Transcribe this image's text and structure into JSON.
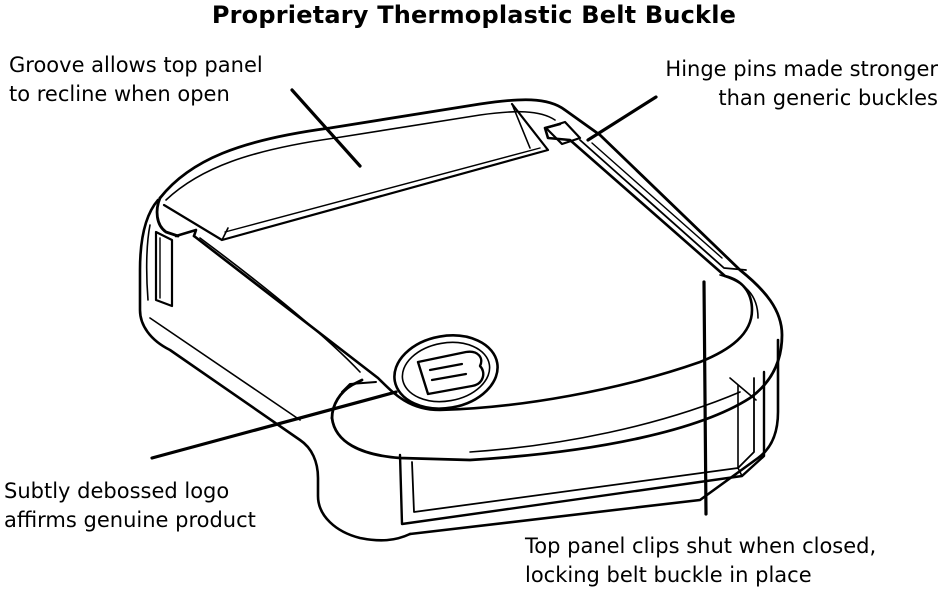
{
  "title": "Proprietary Thermoplastic Belt Buckle",
  "callouts": {
    "groove": {
      "line1": "Groove allows top panel",
      "line2": "to recline when open"
    },
    "hinge": {
      "line1": "Hinge pins made stronger",
      "line2": "than generic buckles"
    },
    "logo": {
      "line1": "Subtly debossed logo",
      "line2": "affirms genuine product"
    },
    "clip": {
      "line1": "Top panel clips shut when closed,",
      "line2": "locking belt buckle in place"
    }
  },
  "logo_mark": "B",
  "colors": {
    "stroke": "#000000",
    "background": "#ffffff"
  }
}
